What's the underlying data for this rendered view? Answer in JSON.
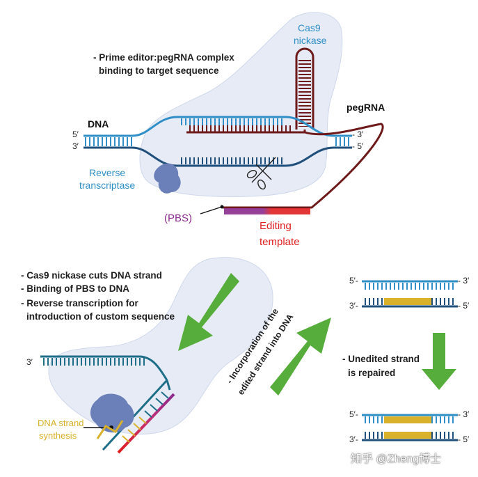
{
  "top_panel": {
    "caption_1": "- Prime editor:pegRNA complex",
    "caption_2": "binding to target sequence",
    "cas9_1": "Cas9",
    "cas9_2": "nickase",
    "pegrna": "pegRNA",
    "dna": "DNA",
    "rt_1": "Reverse",
    "rt_2": "transcriptase",
    "pbs": "(PBS)",
    "edit_1": "Editing",
    "edit_2": "template",
    "five_left": "5′",
    "three_left": "3′",
    "three_right": "- 3′",
    "five_right": "- 5′"
  },
  "lower_left": {
    "step_1": "- Cas9 nickase cuts DNA strand",
    "step_2": "- Binding of PBS to DNA",
    "step_3": "- Reverse transcription for",
    "step_4": "introduction of custom sequence",
    "three_left": "3′",
    "synth_1": "DNA strand",
    "synth_2": "synthesis"
  },
  "middle": {
    "incorp_1": "- Incorporation of the",
    "incorp_2": "edited strand into DNA"
  },
  "right_panel": {
    "d1_five": "5′-",
    "d1_three_r": "- 3′",
    "d1_three": "3′-",
    "d1_five_r": "- 5′",
    "repair_1": "- Unedited strand",
    "repair_2": "is repaired",
    "d2_five": "5′-",
    "d2_three_r": "- 3′",
    "d2_three": "3′-",
    "d2_five_r": "- 5′"
  },
  "watermark": "知乎 @Zheng博士",
  "colors": {
    "blue": "#2f8fc6",
    "navy": "#1f4f7a",
    "teal": "#1e6e88",
    "maroon": "#6e1a1a",
    "red": "#e02020",
    "purple": "#8a2b8e",
    "yellow": "#d9b12a",
    "green": "#56ad3c",
    "blob": "#e6ebf6",
    "protein": "#6b7fb8"
  }
}
